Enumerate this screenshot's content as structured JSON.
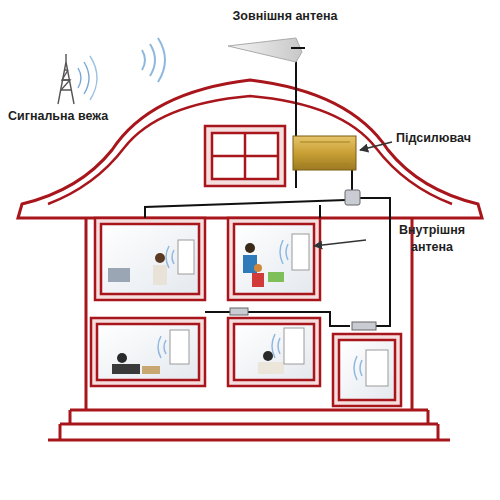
{
  "diagram": {
    "labels": [
      "Зовнішня антена",
      "Сигнальна вежа",
      "Підсилювач",
      "Внутрішня антена"
    ]
  }
}
